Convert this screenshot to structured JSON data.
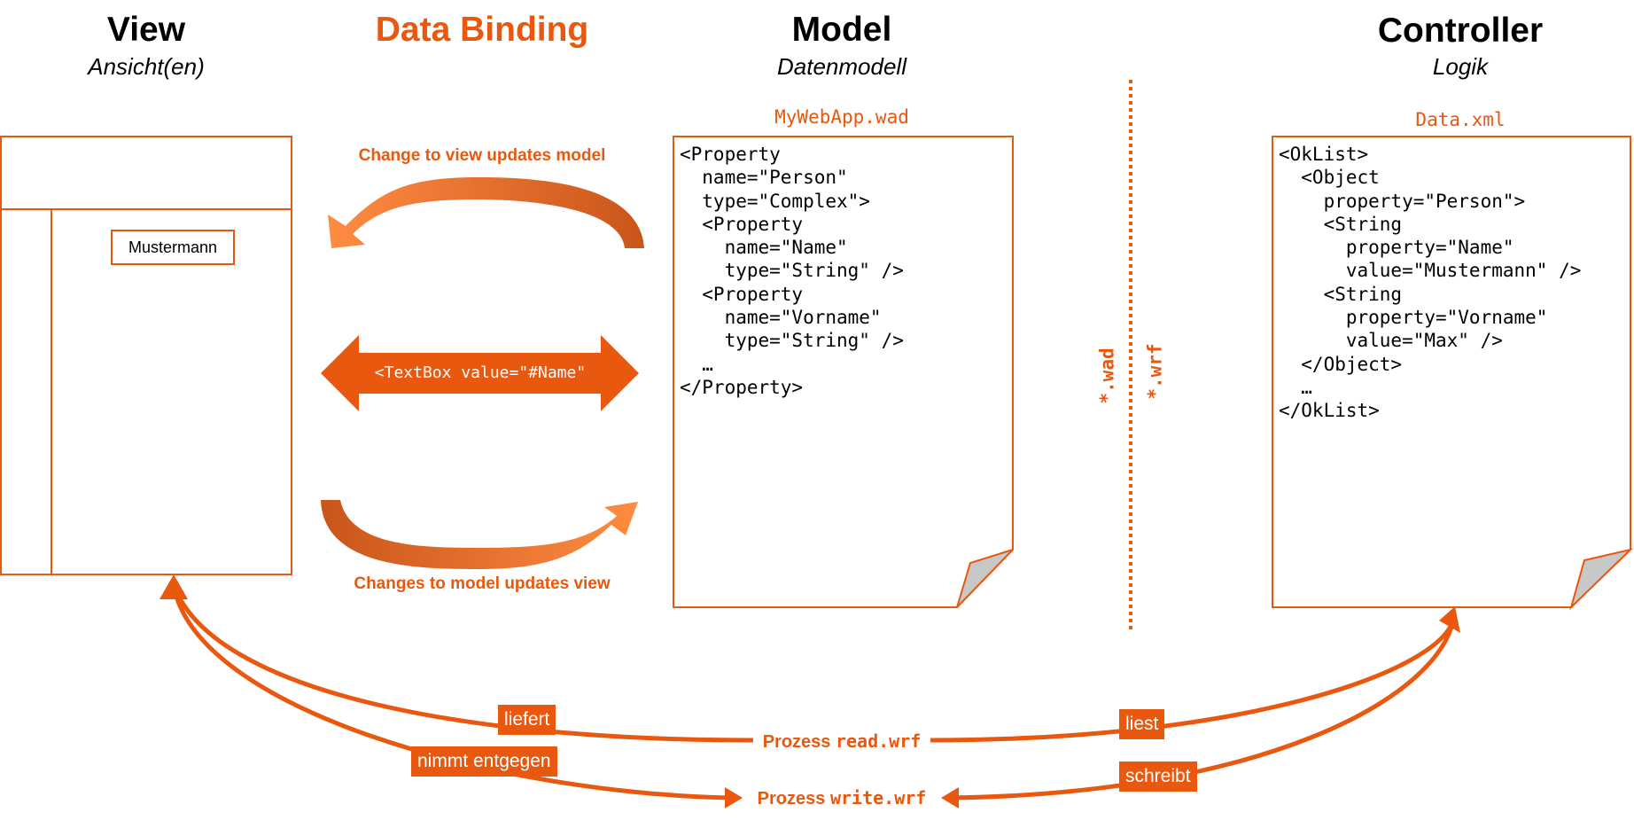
{
  "headers": {
    "view": {
      "title": "View",
      "subtitle": "Ansicht(en)"
    },
    "binding": {
      "title": "Data Binding"
    },
    "model": {
      "title": "Model",
      "subtitle": "Datenmodell"
    },
    "controller": {
      "title": "Controller",
      "subtitle": "Logik"
    }
  },
  "view_panel": {
    "textbox_value": "Mustermann"
  },
  "binding": {
    "top_label": "Change to view updates model",
    "bottom_label": "Changes to model updates view",
    "arrow_code": "<TextBox value=\"#Name\""
  },
  "model_file": {
    "filename": "MyWebApp.wad",
    "code": "<Property\n  name=\"Person\"\n  type=\"Complex\">\n  <Property\n    name=\"Name\"\n    type=\"String\" />\n  <Property\n    name=\"Vorname\"\n    type=\"String\" />\n  …\n</Property>"
  },
  "controller_file": {
    "filename": "Data.xml",
    "code": "<OkList>\n  <Object\n    property=\"Person\">\n    <String\n      property=\"Name\"\n      value=\"Mustermann\" />\n    <String\n      property=\"Vorname\"\n      value=\"Max\" />\n  </Object>\n  …\n</OkList>"
  },
  "divider": {
    "left_ext": "*.wad",
    "right_ext": "*.wrf"
  },
  "process": {
    "read": {
      "prefix": "Prozess ",
      "name": "read.wrf"
    },
    "write": {
      "prefix": "Prozess ",
      "name": "write.wrf"
    },
    "tags": {
      "liefert": "liefert",
      "nimmt_entgegen": "nimmt entgegen",
      "liest": "liest",
      "schreibt": "schreibt"
    }
  },
  "colors": {
    "accent": "#E8580F",
    "accent_dark": "#C9551A",
    "accent_light": "#FF8C42",
    "fold": "#C8C8C8"
  }
}
